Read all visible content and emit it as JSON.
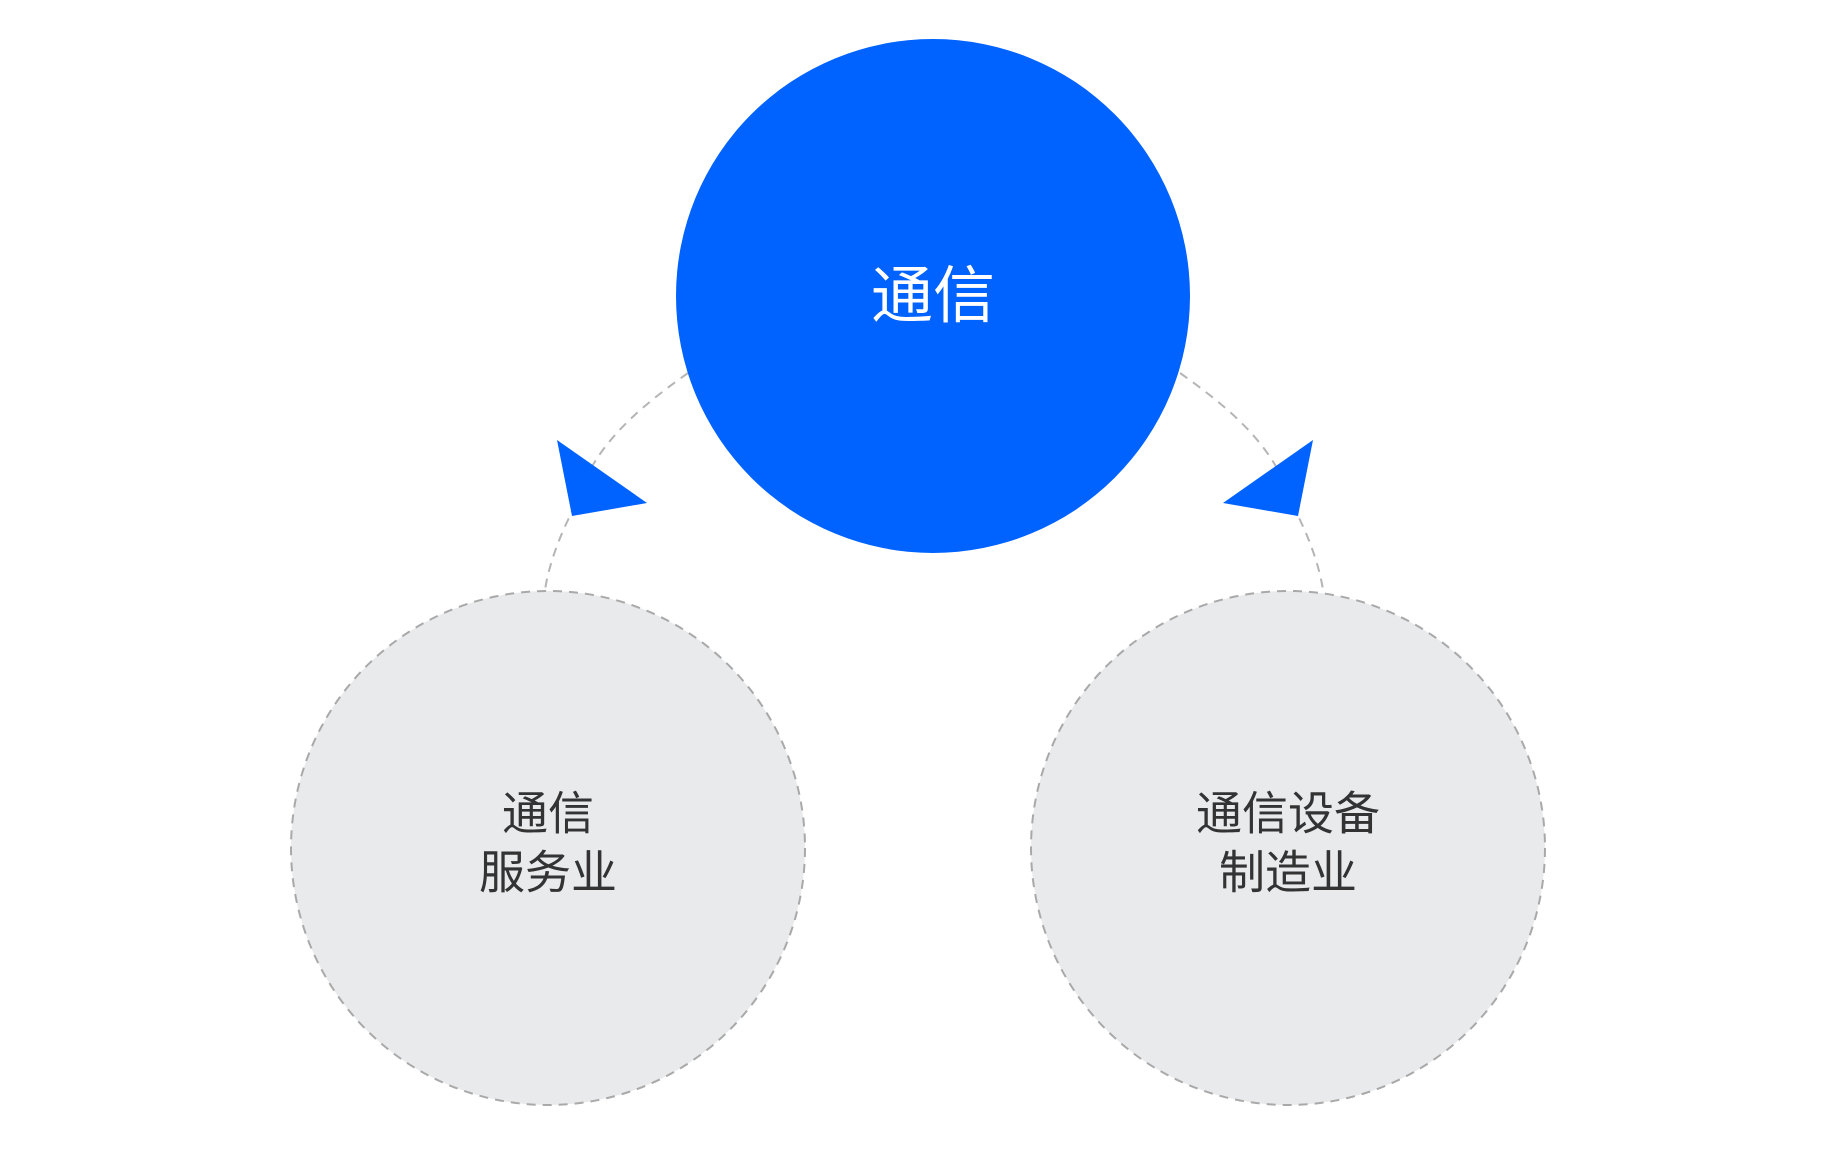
{
  "diagram": {
    "center_node": {
      "label": "通信",
      "color": "#0062FF"
    },
    "left_node": {
      "line1": "通信",
      "line2": "服务业",
      "fill": "#E9EAEC",
      "border": "#A9A9A9"
    },
    "right_node": {
      "line1": "通信设备",
      "line2": "制造业",
      "fill": "#E9EAEC",
      "border": "#A9A9A9"
    },
    "connector_color": "#B5B5B5",
    "arrow_color": "#0062FF"
  }
}
